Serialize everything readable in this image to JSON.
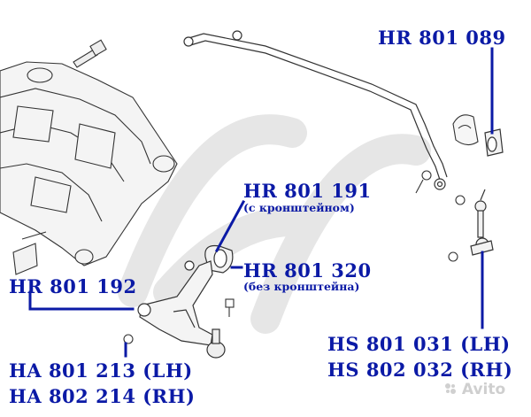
{
  "colors": {
    "label": "#0b1aa6",
    "line": "#0b1aa6",
    "drawing": "#333333",
    "watermark": "#d9d9d9"
  },
  "labels": {
    "hr801089": "HR 801 089",
    "hr801191": "HR 801 191",
    "hr801191_note": "(с кронштейном)",
    "hr801320": "HR 801 320",
    "hr801320_note": "(без кронштейна)",
    "hr801192": "HR 801 192",
    "hs801031": "HS 801 031 (LH)",
    "hs802032": "HS 802 032 (RH)",
    "ha801213": "HA 801 213 (LH)",
    "ha802214": "HA 802 214 (RH)"
  },
  "watermark": {
    "text": "Avito",
    "icon": "avito-logo-icon"
  }
}
